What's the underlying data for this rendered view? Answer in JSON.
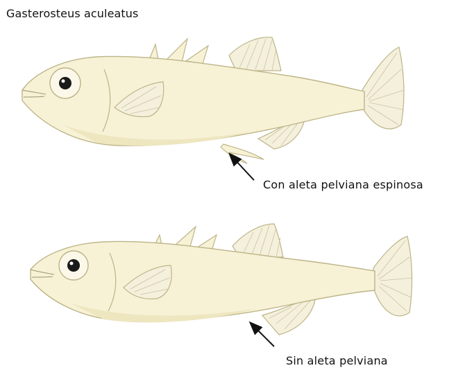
{
  "figure": {
    "title": "Gasterosteus aculeatus",
    "fish_top": {
      "label": "Con aleta pelviana espinosa"
    },
    "fish_bottom": {
      "label": "Sin aleta pelviana"
    }
  },
  "colors": {
    "body_fill": "#f7f2d6",
    "body_shade": "#eee6bf",
    "fin_fill": "#f4f0dc",
    "outline": "#bcb486",
    "fin_rays": "#c9c2a0",
    "text": "#111111",
    "arrow": "#111111"
  }
}
